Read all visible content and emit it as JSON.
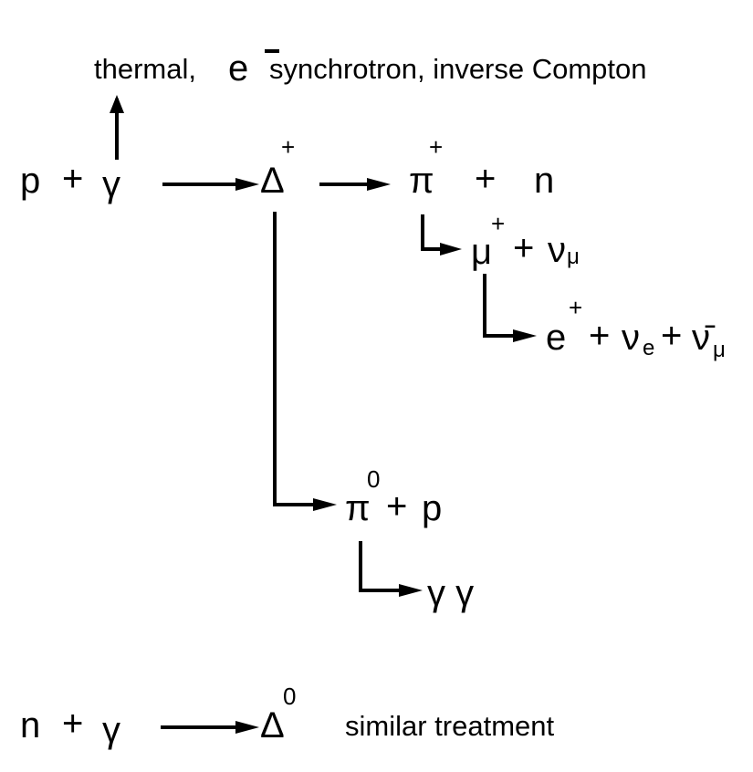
{
  "loss": {
    "prefix": "thermal,",
    "electron": "e",
    "electron_charge": "-",
    "suffix": "synchrotron, inverse Compton"
  },
  "reaction1": {
    "proton": "p",
    "plus": "+",
    "photon": "γ",
    "delta": "Δ",
    "delta_charge": "+"
  },
  "pion_branch": {
    "pion": "π",
    "pion_charge": "+",
    "plus": "+",
    "neutron": "n"
  },
  "muon_decay": {
    "muon": "μ",
    "muon_charge": "+",
    "plus": "+",
    "neutrino": "ν",
    "neutrino_flavor": "μ"
  },
  "positron_decay": {
    "positron": "e",
    "positron_charge": "+",
    "plus1": "+",
    "nu_e": "ν",
    "nu_e_flavor": "e",
    "plus2": "+",
    "anti_nu": "ν̄",
    "anti_nu_flavor": "μ"
  },
  "neutral_pion_branch": {
    "pion": "π",
    "pion_charge": "0",
    "plus": "+",
    "proton": "p"
  },
  "gamma_decay": {
    "gammas": "γ γ"
  },
  "reaction2": {
    "neutron": "n",
    "plus": "+",
    "photon": "γ",
    "delta": "Δ",
    "delta_charge": "0",
    "note": "similar treatment"
  }
}
